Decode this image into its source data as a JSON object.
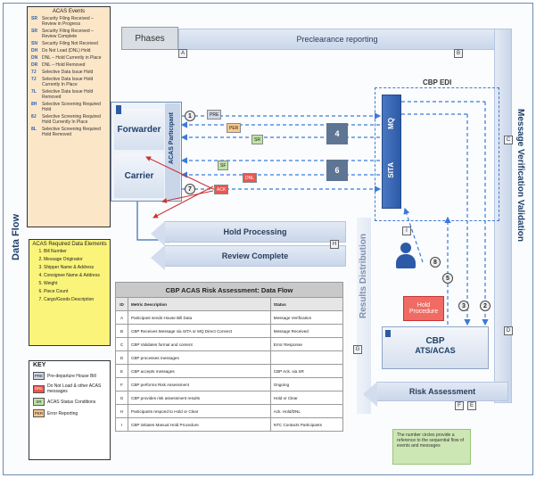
{
  "labels": {
    "data_flow": "Data Flow",
    "message_verification": "Message Verification Validation",
    "results_distribution": "Results Distribution",
    "phases": "Phases",
    "preclearance": "Preclearance reporting",
    "cbp_edi": "CBP EDI",
    "acas_participant": "ACAS Participant",
    "forwarder": "Forwarder",
    "carrier": "Carrier",
    "mq": "MQ",
    "sita": "SITA",
    "hold_processing": "Hold Processing",
    "review_complete": "Review Complete",
    "risk_assessment": "Risk Assessment",
    "cbp_title": "CBP",
    "cbp_sub": "ATS/ACAS",
    "hold_procedure": "Hold Procedure",
    "note": "The number circles provide a reference to the sequential flow of events and messages"
  },
  "acas_events": {
    "title": "ACAS Events",
    "items": [
      {
        "code": "SR",
        "text": "Security Filing Received – Review in Progress"
      },
      {
        "code": "SR",
        "text": "Security Filing Received – Review Complete"
      },
      {
        "code": "SN",
        "text": "Security Filing Not Received"
      },
      {
        "code": "DH",
        "text": "Do Not Load (DNL) Hold"
      },
      {
        "code": "DN",
        "text": "DNL – Hold Currently in Place"
      },
      {
        "code": "DR",
        "text": "DNL – Hold Removed"
      },
      {
        "code": "7J",
        "text": "Selective Data Issue Hold"
      },
      {
        "code": "7J",
        "text": "Selective Data Issue Hold Currently In Place"
      },
      {
        "code": "7L",
        "text": "Selective Data Issue Hold Removed"
      },
      {
        "code": "8H",
        "text": "Selective Screening Required Hold"
      },
      {
        "code": "8J",
        "text": "Selective Screening Required Hold Currently In Place"
      },
      {
        "code": "8L",
        "text": "Selective Screening Required Hold Removed"
      }
    ]
  },
  "required_elements": {
    "title": "ACAS Required Data Elements",
    "items": [
      "Bill Number",
      "Message Originator",
      "Shipper Name & Address",
      "Consignee Name & Address",
      "Weight",
      "Piece Count",
      "Cargo/Goods Description"
    ]
  },
  "key": {
    "title": "KEY",
    "items": [
      {
        "icon": "PRE",
        "text": "Pre-departure House Bill",
        "color": "#cfd8e6"
      },
      {
        "icon": "DNL",
        "text": "Do Not Load & other ACAS messages",
        "color": "#e8574f"
      },
      {
        "icon": "SR",
        "text": "ACAS Status Conditions",
        "color": "#bfe3a7"
      },
      {
        "icon": "PER",
        "text": "Error Reporting",
        "color": "#f9c98f"
      }
    ]
  },
  "letters": [
    "A",
    "B",
    "C",
    "D",
    "E",
    "F",
    "G",
    "H",
    "I"
  ],
  "tags": {
    "pre": "PRE",
    "per": "PER",
    "sr1": "SR",
    "sf": "SF",
    "dnl": "DNL",
    "ack": "ACK"
  },
  "steps": {
    "c1": "1",
    "c2": "2",
    "c3": "3",
    "s4": "4",
    "c5": "5",
    "s6": "6",
    "c7": "7",
    "c8": "8"
  },
  "table": {
    "title": "CBP ACAS Risk Assessment: Data Flow",
    "headers": [
      "ID",
      "Metric Description",
      "Status"
    ],
    "rows": [
      [
        "A",
        "Participant sends House Bill Data",
        "Message Verification"
      ],
      [
        "B",
        "CBP Receives Message via SITA or MQ Direct Connect",
        "Message Received"
      ],
      [
        "C",
        "CBP Validates format and content",
        "Error Response"
      ],
      [
        "D",
        "CBP processes messages",
        ""
      ],
      [
        "E",
        "CBP accepts messages",
        "CBP Ack. via SR"
      ],
      [
        "F",
        "CBP performs Risk Assessment",
        "Ongoing"
      ],
      [
        "G",
        "CBP provides risk assessment results",
        "Hold or Clear"
      ],
      [
        "H",
        "Participants respond to Hold or Clear",
        "Ack. Hold/DNL"
      ],
      [
        "I",
        "CBP initiates Manual Hold Procedure",
        "NTC Contacts Participants"
      ]
    ]
  },
  "colors": {
    "accent": "#1f3f6b",
    "dnl": "#e8574f",
    "sr": "#bfe3a7",
    "per": "#f9c98f",
    "hold": "#ef6b63",
    "dash": "#3b7bd6"
  }
}
